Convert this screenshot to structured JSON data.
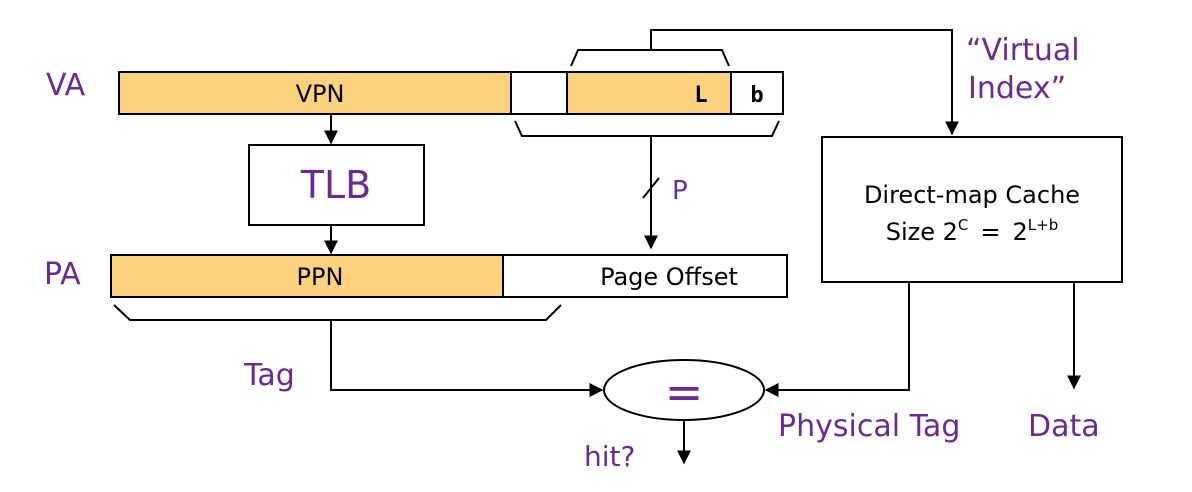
{
  "labels": {
    "va": "VA",
    "pa": "PA",
    "vpn": "VPN",
    "l_field": "L",
    "b_field": "b",
    "tlb": "TLB",
    "p_width": "P",
    "ppn": "PPN",
    "page_offset": "Page Offset",
    "virtual_index_line1": "“Virtual",
    "virtual_index_line2": "Index”",
    "cache_line1": "Direct-map Cache",
    "cache_size_prefix": "Size 2",
    "cache_size_exp1": "C",
    "cache_size_eq": "=",
    "cache_size_base2": "2",
    "cache_size_exp2": "L+b",
    "tag": "Tag",
    "compare_symbol": "=",
    "hit": "hit?",
    "physical_tag": "Physical Tag",
    "data": "Data"
  },
  "colors": {
    "field_fill": "#fcd27e",
    "label_purple": "#6a2a8e",
    "stroke": "#000000"
  }
}
